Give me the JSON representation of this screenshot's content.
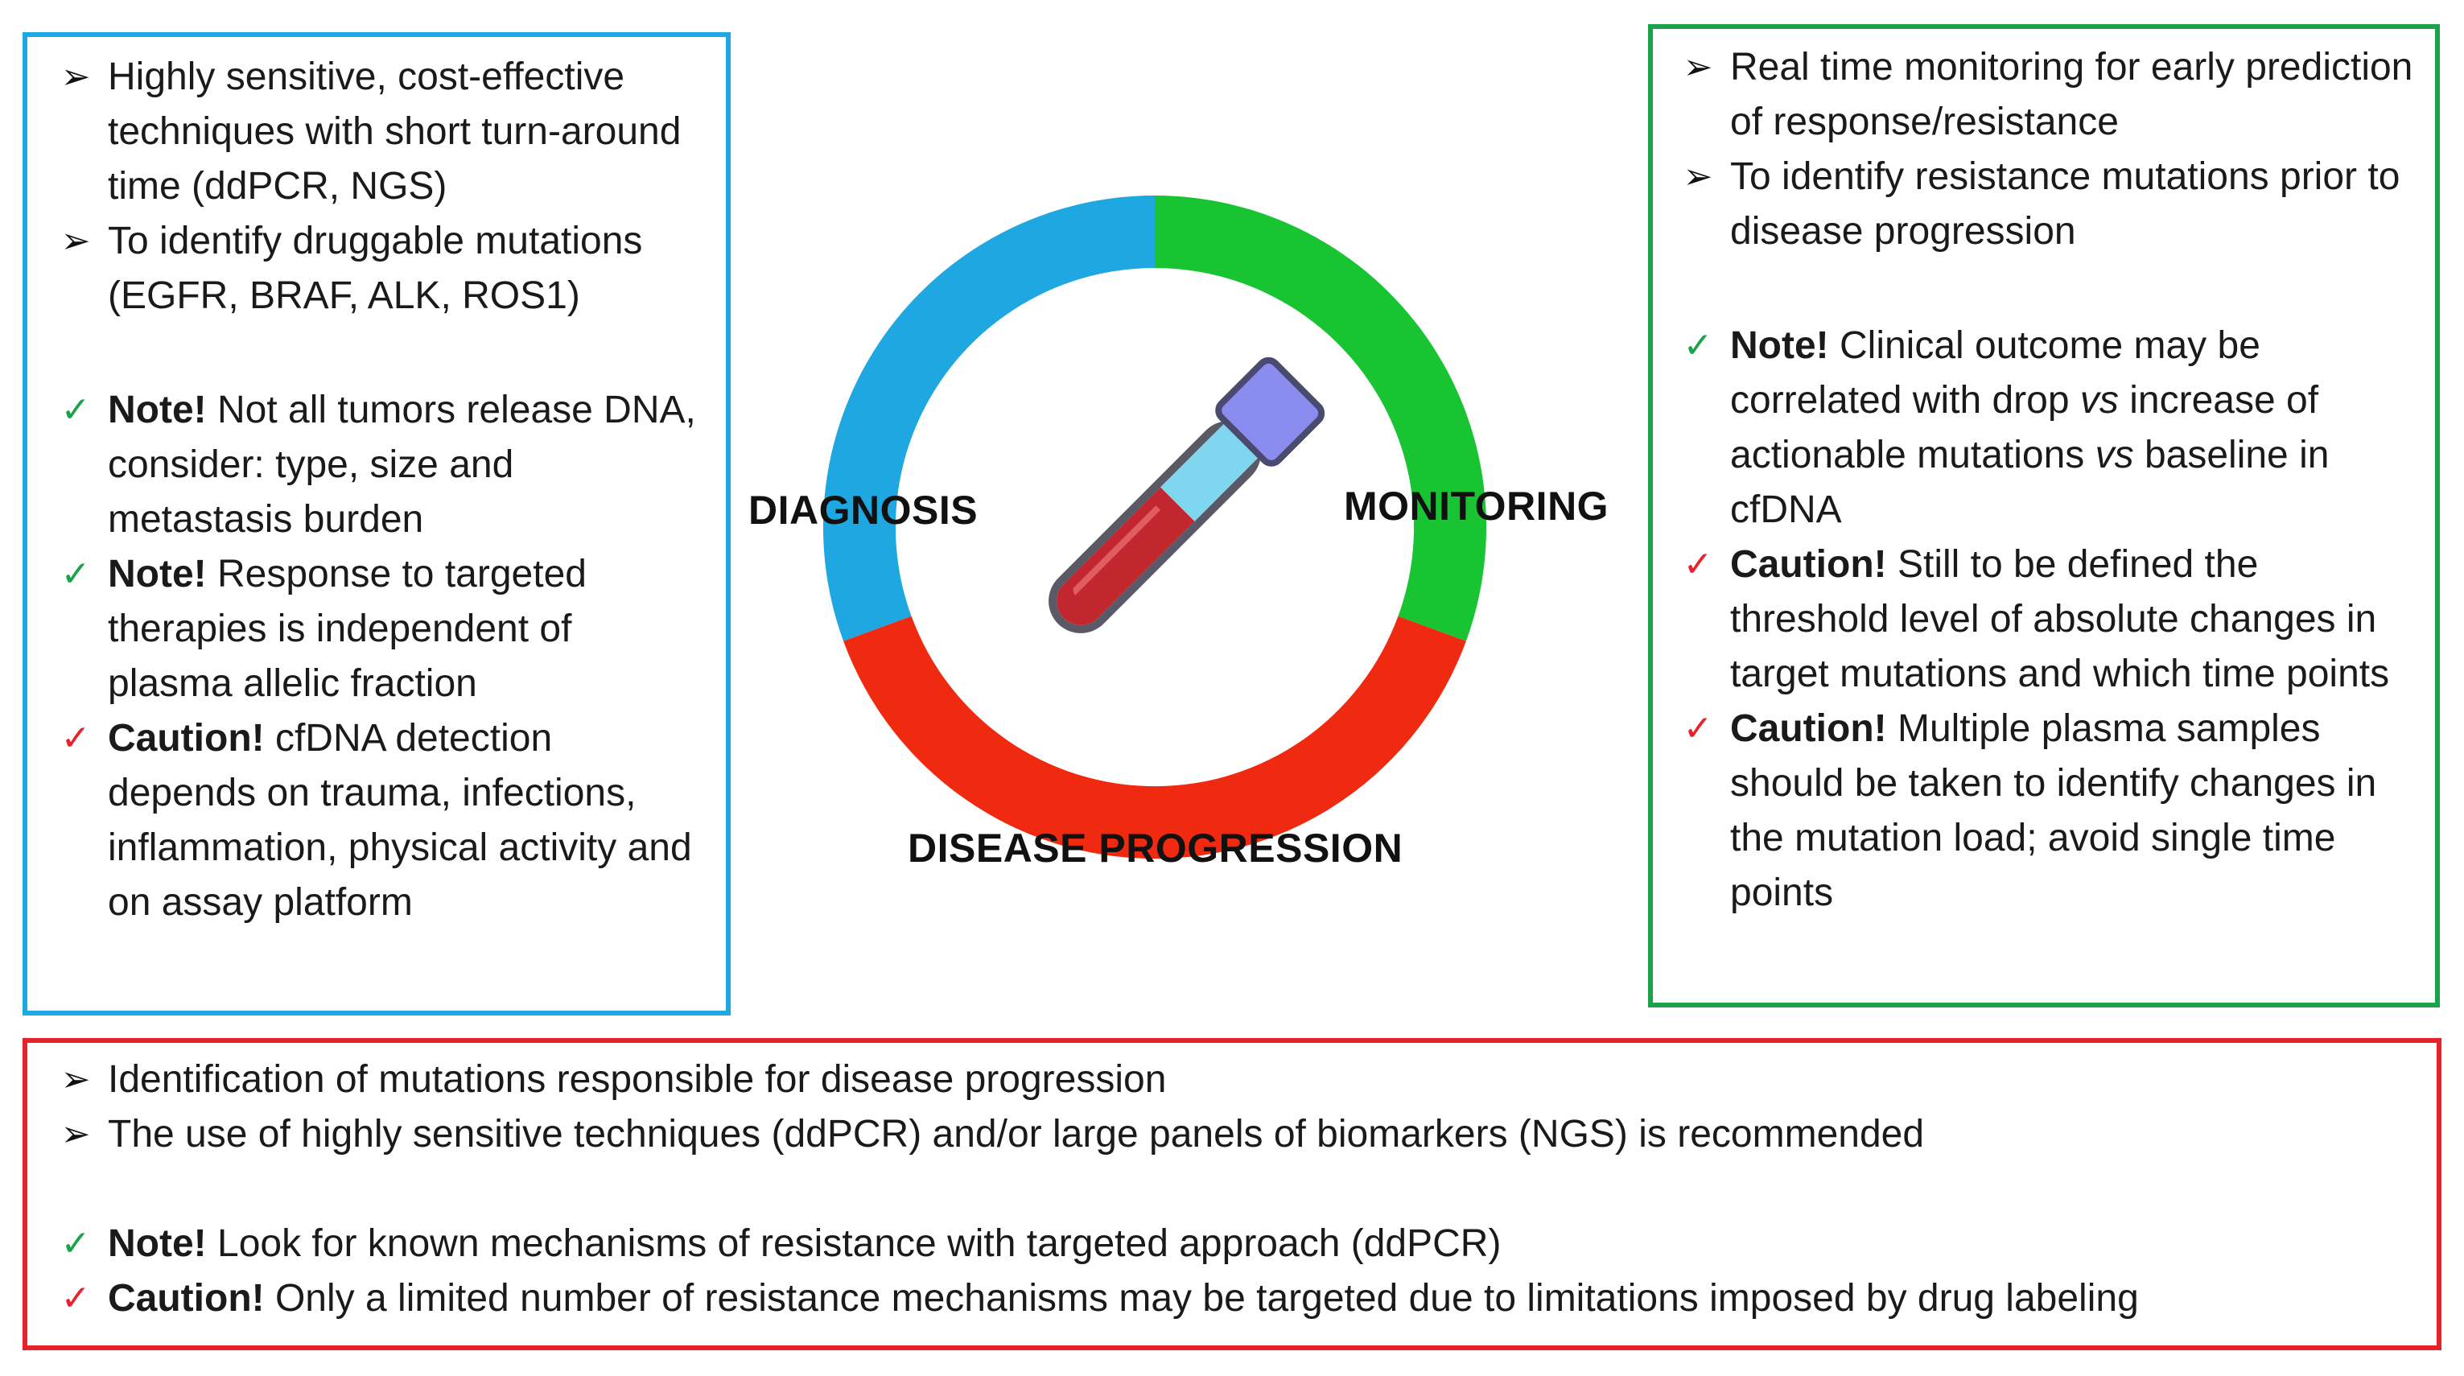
{
  "diagnosis": {
    "label": "DIAGNOSIS",
    "color": "#1ea7e1",
    "items": [
      {
        "marker": "arrow",
        "text": "Highly sensitive, cost-effective techniques with short turn-around time (ddPCR, NGS)"
      },
      {
        "marker": "arrow",
        "text": "To identify druggable mutations (EGFR, BRAF, ALK, ROS1)"
      },
      {
        "marker": "check-green",
        "bold": "Note!",
        "text": " Not all tumors release DNA, consider: type, size and metastasis burden"
      },
      {
        "marker": "check-green",
        "bold": "Note!",
        "text": " Response to targeted therapies is independent of plasma allelic fraction"
      },
      {
        "marker": "check-red",
        "bold": "Caution!",
        "text": " cfDNA detection depends on trauma, infections, inflammation, physical activity and on assay platform"
      }
    ]
  },
  "monitoring": {
    "label": "MONITORING",
    "color": "#1aa34a",
    "items": [
      {
        "marker": "arrow",
        "text": "Real time monitoring for early prediction of response/resistance"
      },
      {
        "marker": "arrow",
        "text": "To identify resistance mutations prior to disease progression"
      },
      {
        "marker": "check-green",
        "bold": "Note!",
        "t1": " Clinical outcome may be correlated with drop ",
        "em1": "vs",
        "t2": " increase of actionable mutations ",
        "em2": "vs",
        "t3": " baseline in cfDNA"
      },
      {
        "marker": "check-red",
        "bold": "Caution!",
        "text": " Still to be defined the threshold level of absolute changes in target mutations and which time points"
      },
      {
        "marker": "check-red",
        "bold": "Caution!",
        "text": " Multiple plasma samples should be taken to identify changes in the mutation load; avoid single time points"
      }
    ]
  },
  "progression": {
    "label": "DISEASE PROGRESSION",
    "color": "#e8222a",
    "items": [
      {
        "marker": "arrow",
        "text": "Identification of mutations responsible for disease progression"
      },
      {
        "marker": "arrow",
        "text": "The use of highly sensitive techniques (ddPCR) and/or large panels of biomarkers (NGS) is recommended"
      },
      {
        "marker": "check-green",
        "bold": "Note!",
        "text": " Look for known mechanisms of resistance with targeted approach (ddPCR)"
      },
      {
        "marker": "check-red",
        "bold": "Caution!",
        "text": " Only a limited number of resistance mechanisms may be targeted due to limitations imposed by drug labeling"
      }
    ]
  },
  "ring": {
    "segment_colors": {
      "diagnosis": "#1ea7e1",
      "monitoring": "#19c432",
      "progression": "#f02a10"
    },
    "center_icon": "blood-test-tube-icon"
  },
  "markers": {
    "arrow": "➢",
    "check-green": "✓",
    "check-red": "✓"
  }
}
